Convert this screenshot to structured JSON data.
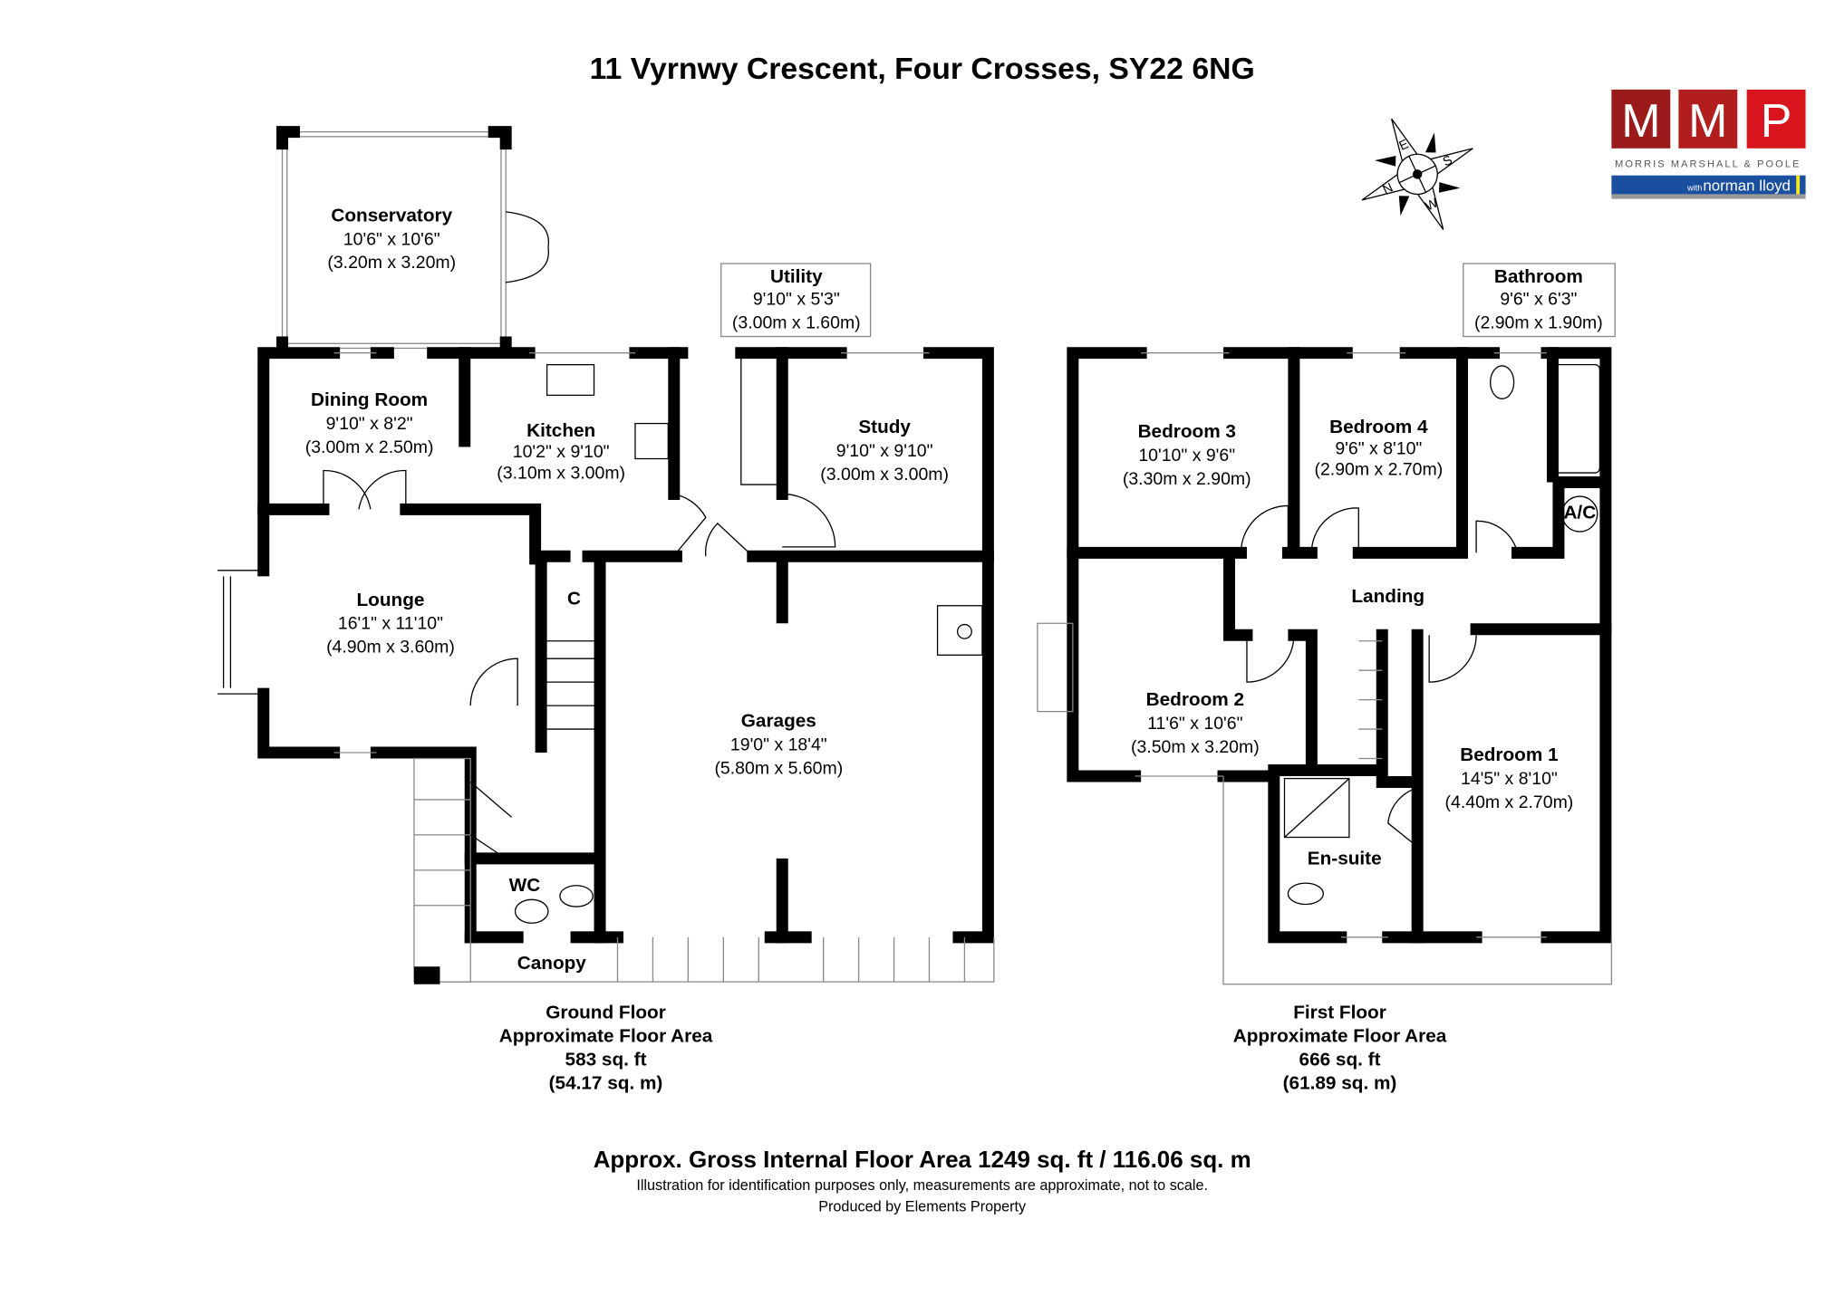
{
  "title": "11 Vyrnwy Crescent, Four Crosses, SY22 6NG",
  "logo": {
    "letters": [
      "M",
      "M",
      "P"
    ],
    "company": "MORRIS MARSHALL & POOLE",
    "sub_with": "with",
    "sub_name": "norman lloyd",
    "colors": [
      "#9b1b1b",
      "#b21e1e",
      "#d8141c"
    ],
    "bar_color": "#1a4fa0"
  },
  "compass": {
    "labels": [
      "E",
      "S",
      "W",
      "N"
    ]
  },
  "ground_floor": {
    "rooms": [
      {
        "name": "Conservatory",
        "imperial": "10'6\" x 10'6\"",
        "metric": "(3.20m x 3.20m)"
      },
      {
        "name": "Dining Room",
        "imperial": "9'10\" x 8'2\"",
        "metric": "(3.00m x 2.50m)"
      },
      {
        "name": "Kitchen",
        "imperial": "10'2\" x 9'10\"",
        "metric": "(3.10m x 3.00m)"
      },
      {
        "name": "Utility",
        "imperial": "9'10\" x 5'3\"",
        "metric": "(3.00m x 1.60m)"
      },
      {
        "name": "Study",
        "imperial": "9'10\" x 9'10\"",
        "metric": "(3.00m x 3.00m)"
      },
      {
        "name": "Lounge",
        "imperial": "16'1\" x 11'10\"",
        "metric": "(4.90m x 3.60m)"
      },
      {
        "name": "Garages",
        "imperial": "19'0\" x 18'4\"",
        "metric": "(5.80m x 5.60m)"
      }
    ],
    "labels": {
      "c": "C",
      "wc": "WC",
      "canopy": "Canopy"
    },
    "caption": [
      "Ground Floor",
      "Approximate Floor Area",
      "583 sq. ft",
      "(54.17 sq. m)"
    ]
  },
  "first_floor": {
    "rooms": [
      {
        "name": "Bathroom",
        "imperial": "9'6\" x 6'3\"",
        "metric": "(2.90m x 1.90m)"
      },
      {
        "name": "Bedroom 3",
        "imperial": "10'10\" x 9'6\"",
        "metric": "(3.30m x 2.90m)"
      },
      {
        "name": "Bedroom 4",
        "imperial": "9'6\" x 8'10\"",
        "metric": "(2.90m x 2.70m)"
      },
      {
        "name": "Bedroom 2",
        "imperial": "11'6\" x 10'6\"",
        "metric": "(3.50m x 3.20m)"
      },
      {
        "name": "Bedroom 1",
        "imperial": "14'5\" x 8'10\"",
        "metric": "(4.40m x 2.70m)"
      }
    ],
    "labels": {
      "landing": "Landing",
      "ensuite": "En-suite",
      "ac": "A/C"
    },
    "caption": [
      "First Floor",
      "Approximate Floor Area",
      "666 sq. ft",
      "(61.89 sq. m)"
    ]
  },
  "footer": {
    "gross": "Approx. Gross Internal Floor Area 1249 sq. ft / 116.06 sq. m",
    "disclaimer": "Illustration for identification purposes only, measurements are approximate, not to scale.",
    "producer": "Produced by Elements Property"
  }
}
